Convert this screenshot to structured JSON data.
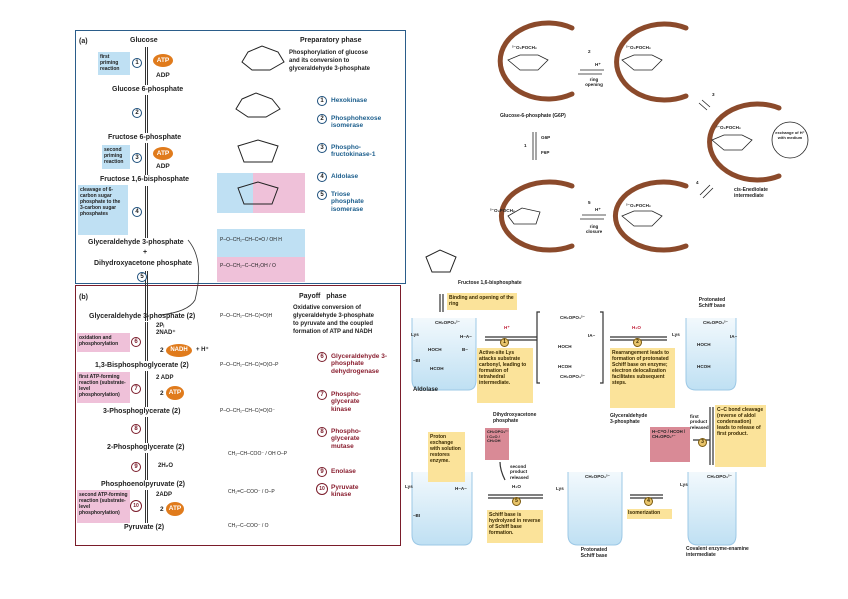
{
  "panel_a": {
    "label": "(a)",
    "phase_title": "Preparatory phase",
    "phase_desc": [
      "Phosphorylation of glucose",
      "and its conversion to",
      "glyceraldehyde 3-phosphate"
    ],
    "metabolites": [
      "Glucose",
      "Glucose 6-phosphate",
      "Fructose 6-phosphate",
      "Fructose 1,6-bisphosphate",
      "Glyceraldehyde 3-phosphate",
      "+",
      "Dihydroxyacetone phosphate"
    ],
    "notes": [
      "first priming reaction",
      "second priming reaction",
      "cleavage of 6-carbon sugar phosphate to the 3-carbon sugar phosphates"
    ],
    "cofactors": {
      "atp": "ATP",
      "adp": "ADP"
    },
    "steps": [
      "1",
      "2",
      "3",
      "4",
      "5"
    ],
    "enzymes": [
      {
        "num": "1",
        "name": "Hexokinase"
      },
      {
        "num": "2",
        "name": "Phosphohexose isomerase"
      },
      {
        "num": "3",
        "name": "Phospho-fructokinase-1"
      },
      {
        "num": "4",
        "name": "Aldolase"
      },
      {
        "num": "5",
        "name": "Triose phosphate isomerase"
      }
    ],
    "formulas": {
      "gap": "P–O–CH₂–CH–C=O / OH  H",
      "dhap": "P–O–CH₂–C–CH₂OH / O"
    }
  },
  "panel_b": {
    "label": "(b)",
    "phase_title": "Payoff   phase",
    "phase_desc": [
      "Oxidative conversion of",
      "glyceraldehyde 3-phosphate",
      "to pyruvate and the coupled",
      "formation of ATP and NADH"
    ],
    "metabolites": [
      "Glyceraldehyde 3-phosphate (2)",
      "1,3-Bisphosphoglycerate (2)",
      "3-Phosphoglycerate (2)",
      "2-Phosphoglycerate (2)",
      "Phosphoenolpyruvate (2)",
      "Pyruvate (2)"
    ],
    "notes": [
      "oxidation and phosphorylation",
      "first ATP-forming reaction (substrate-level phosphorylation)",
      "second ATP-forming reaction (substrate-level phosphorylation)"
    ],
    "cofactors": {
      "pi": "2Pᵢ",
      "nad": "2NAD⁺",
      "two": "2",
      "nadh": "NADH",
      "h": "+ H⁺",
      "adp2": "2 ADP",
      "atp": "ATP",
      "h2o": "2H₂O",
      "adp2b": "2ADP"
    },
    "steps": [
      "6",
      "7",
      "8",
      "9",
      "10"
    ],
    "enzymes": [
      {
        "num": "6",
        "name": "Glyceraldehyde 3-phosphate dehydrogenase"
      },
      {
        "num": "7",
        "name": "Phospho-glycerate kinase"
      },
      {
        "num": "8",
        "name": "Phospho-glycerate mutase"
      },
      {
        "num": "9",
        "name": "Enolase"
      },
      {
        "num": "10",
        "name": "Pyruvate kinase"
      }
    ],
    "formulas": [
      "P–O–CH₂–CH–C(=O)H",
      "P–O–CH₂–CH–C(=O)O–P",
      "P–O–CH₂–CH–C(=O)O⁻",
      "CH₂–CH–COO⁻ / OH  O–P",
      "CH₂=C–COO⁻ / O–P",
      "CH₃–C–COO⁻ / O"
    ]
  },
  "isomerase": {
    "g6p_label": "Glucose-6-phosphate (G6P)",
    "step2": "2",
    "ring_opening": "ring opening",
    "h_plus": "H⁺",
    "step3": "3",
    "enediolate": "cis-Enediolate intermediate",
    "exchange": "exchange of H⁺ with medium",
    "step4": "4",
    "step5": "5",
    "ring_closure": "ring closure",
    "step1": "1",
    "g6p": "G6P",
    "f6p": "F6P",
    "group": "²⁻O₃POCH₂",
    "pocket_color": "#8b4a2b"
  },
  "aldolase": {
    "f16bp_label": "Fructose 1,6-bisphosphate",
    "binding": "Binding and opening of the ring",
    "aldolase_label": "Aldolase",
    "step1": "1",
    "h_plus": "H⁺",
    "box1": "Active-site Lys attacks substrate carbonyl, leading to formation of tetrahedral intermediate.",
    "step2": "2",
    "h2o": "H₂O",
    "box2": "Rearrangement leads to formation of protonated Schiff base on enzyme; electron delocalization facilitates subsequent steps.",
    "schiff_top": "Protonated Schiff base",
    "gap_label": "Glyceraldehyde 3-phosphate",
    "first_released": "first product released",
    "step3": "3",
    "box3": "C–C bond cleavage (reverse of aldol condensation) leads to release of first product.",
    "enamine": "Covalent enzyme-enamine intermediate",
    "step4": "4",
    "isomerization": "Isomerization",
    "schiff_bottom": "Protonated Schiff base",
    "step5": "5",
    "box5": "Schiff base is hydrolyzed in reverse of Schiff base formation.",
    "dhap_label": "Dihydroxyacetone phosphate",
    "second_released": "second product released",
    "proton": "Proton exchange with solution restores enzyme.",
    "lys": "Lys",
    "ch2opo3": "CH₂OPO₃²⁻",
    "ha": "H–A–",
    "b": "B–",
    "ia": "IA–",
    "bi": "–BI",
    "hoch": "HOCH",
    "hcoh": "HCOH",
    "gap_formula": "H–C=O / HCOH / CH₂OPO₃²⁻",
    "dhap_formula": "CH₂OPO₃²⁻ / C=O / CH₂OH",
    "pocket_color": "#bfe0f3"
  },
  "colors": {
    "blue_note": "#bfe0f3",
    "pink_note": "#efc1d9",
    "yellow_note": "#fbe39a",
    "atp": "#e07b1c",
    "panel_a_border": "#2b5d8a",
    "panel_b_border": "#7a1c2a"
  }
}
